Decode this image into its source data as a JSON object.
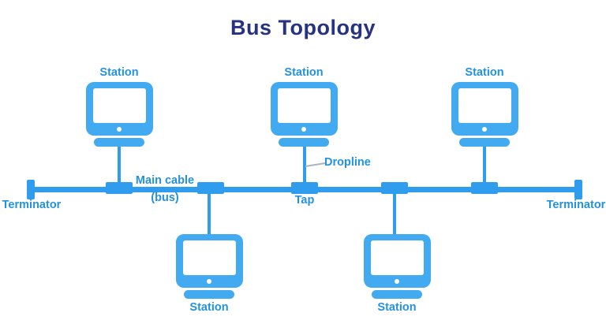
{
  "title": "Bus Topology",
  "colors": {
    "title_text": "#273280",
    "bus_accent": "#2f9ced",
    "station_icon": "#42aaf1",
    "label_text": "#2492df",
    "pointer_line": "#a9b6bf",
    "background": "#ffffff"
  },
  "icons": {
    "station": "computer-monitor-icon",
    "terminator": "end-cap-bar",
    "tap": "connector-block"
  },
  "diagram": {
    "bus": {
      "main_cable_label_line1": "Main cable",
      "main_cable_label_line2": "(bus)",
      "tap_label": "Tap",
      "dropline_label": "Dropline",
      "terminator_left_label": "Terminator",
      "terminator_right_label": "Terminator"
    },
    "stations": [
      {
        "label": "Station"
      },
      {
        "label": "Station"
      },
      {
        "label": "Station"
      },
      {
        "label": "Station"
      },
      {
        "label": "Station"
      }
    ]
  }
}
